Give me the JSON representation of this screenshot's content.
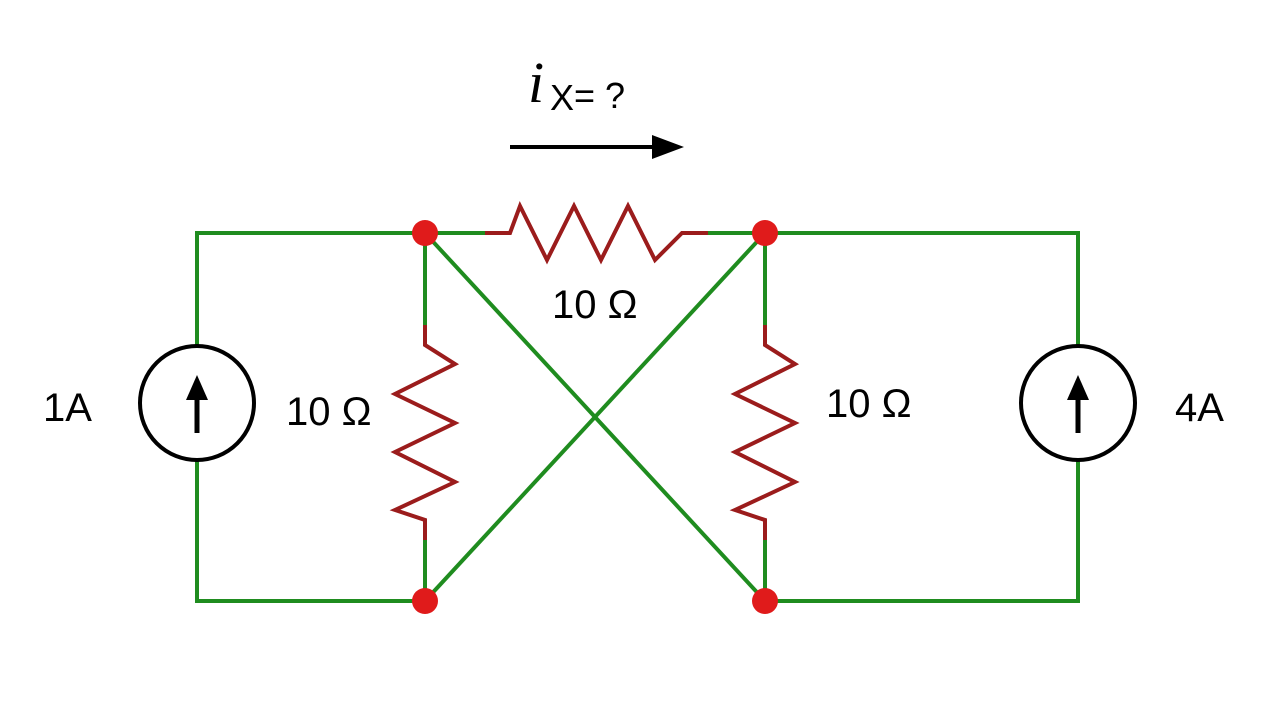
{
  "question": {
    "variable": "i",
    "subscript": "X",
    "suffix": " = ?"
  },
  "sources": {
    "left": {
      "label": "1A"
    },
    "right": {
      "label": "4A"
    }
  },
  "resistors": {
    "top": {
      "label": "10 Ω"
    },
    "left": {
      "label": "10 Ω"
    },
    "right": {
      "label": "10 Ω"
    }
  },
  "colors": {
    "wire": "#1f8c1f",
    "resistor": "#9b1c1c",
    "node": "#e01b1b",
    "text": "#000000"
  }
}
